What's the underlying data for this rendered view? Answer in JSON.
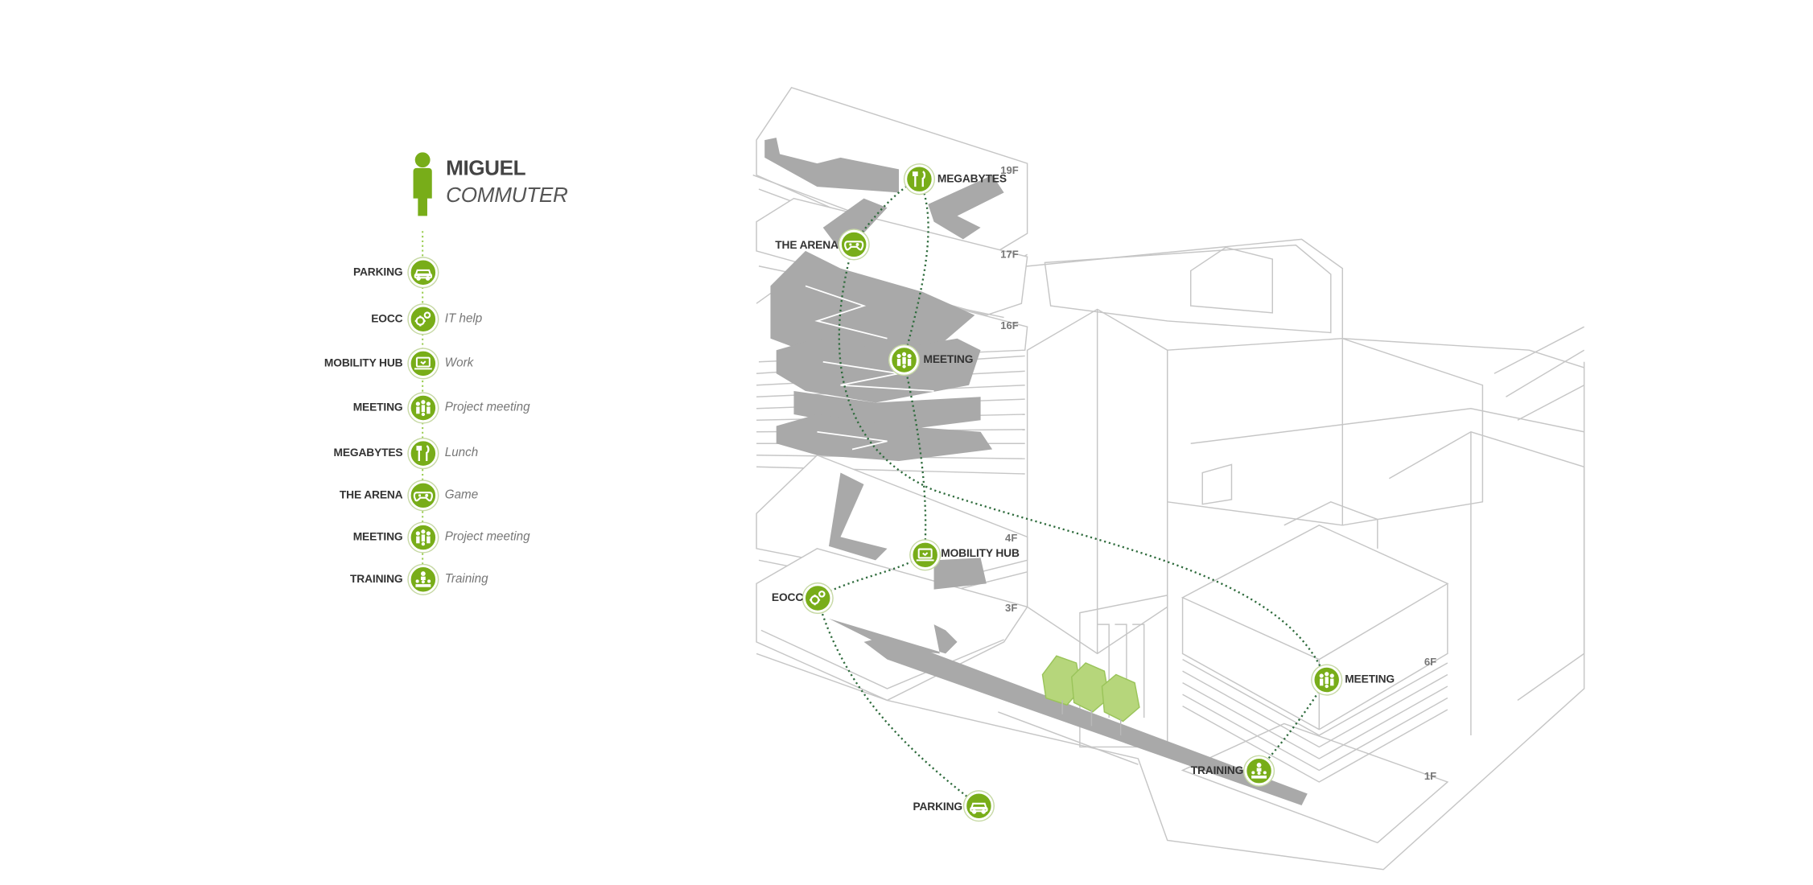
{
  "persona": {
    "name": "MIGUEL",
    "role": "COMMUTER"
  },
  "journey": [
    {
      "place": "PARKING",
      "activity": "",
      "icon": "car-icon"
    },
    {
      "place": "EOCC",
      "activity": "IT help",
      "icon": "gears-icon"
    },
    {
      "place": "MOBILITY HUB",
      "activity": "Work",
      "icon": "laptop-icon"
    },
    {
      "place": "MEETING",
      "activity": "Project meeting",
      "icon": "meeting-icon"
    },
    {
      "place": "MEGABYTES",
      "activity": "Lunch",
      "icon": "fork-knife-icon"
    },
    {
      "place": "THE ARENA",
      "activity": "Game",
      "icon": "gamepad-icon"
    },
    {
      "place": "MEETING",
      "activity": "Project meeting",
      "icon": "meeting-icon"
    },
    {
      "place": "TRAINING",
      "activity": "Training",
      "icon": "training-icon"
    }
  ],
  "map_labels": {
    "megabytes": "MEGABYTES",
    "arena": "THE ARENA",
    "meeting_tower": "MEETING",
    "mobility_hub": "MOBILITY HUB",
    "eocc": "EOCC",
    "parking": "PARKING",
    "meeting_annex": "MEETING",
    "training": "TRAINING"
  },
  "floors": {
    "f19": "19F",
    "f17": "17F",
    "f16": "16F",
    "f4": "4F",
    "f3": "3F",
    "f6": "6F",
    "f1": "1F"
  },
  "colors": {
    "accent": "#78ad19",
    "route": "#2e6b3c",
    "floor_fill": "#a9a9a9",
    "line": "#c6c6c6",
    "tree": "#b6d67b"
  }
}
